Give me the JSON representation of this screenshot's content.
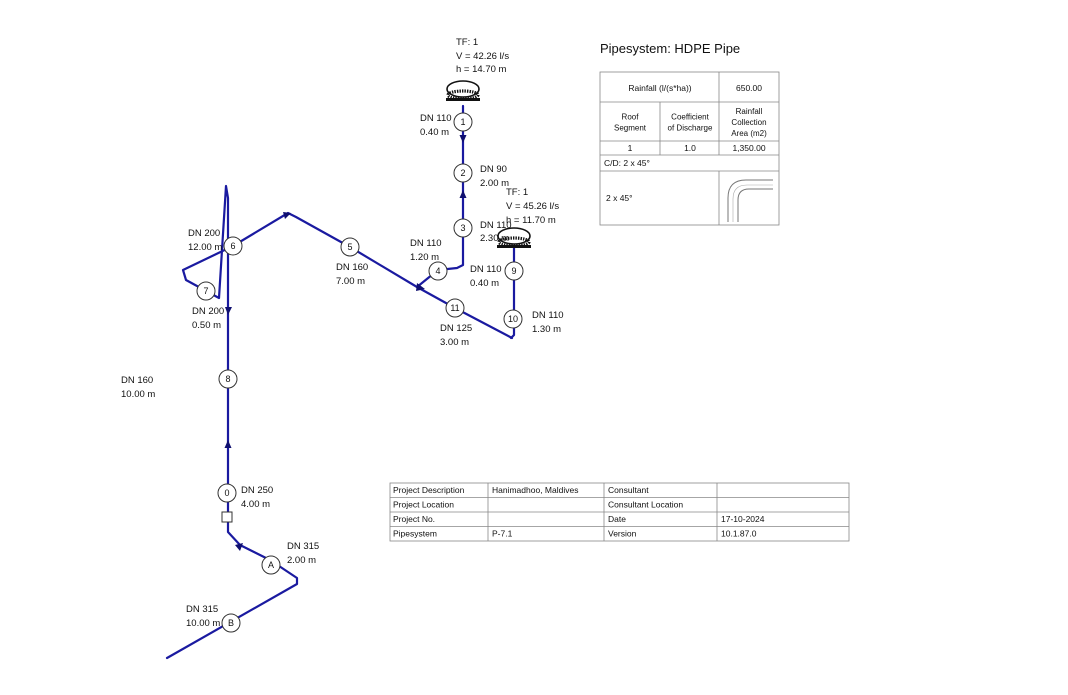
{
  "title": "Pipesystem: HDPE Pipe",
  "outlets": [
    {
      "id": "outlet-1",
      "tf": "TF: 1",
      "v": "V = 42.26 l/s",
      "h": "h = 14.70 m"
    },
    {
      "id": "outlet-9",
      "tf": "TF: 1",
      "v": "V = 45.26 l/s",
      "h": "h = 11.70 m"
    }
  ],
  "nodes": [
    "1",
    "2",
    "3",
    "4",
    "5",
    "6",
    "7",
    "8",
    "9",
    "10",
    "11",
    "0",
    "A",
    "B"
  ],
  "segment_labels": [
    {
      "node": "1",
      "dn": "DN 110",
      "len": "0.40 m"
    },
    {
      "node": "2",
      "dn": "DN 90",
      "len": "2.00 m"
    },
    {
      "node": "3",
      "dn": "DN 110",
      "len": "2.30 m"
    },
    {
      "node": "4",
      "dn": "DN 110",
      "len": "1.20 m"
    },
    {
      "node": "5",
      "dn": "DN 160",
      "len": "7.00 m"
    },
    {
      "node": "6",
      "dn": "DN 200",
      "len": "12.00 m"
    },
    {
      "node": "7",
      "dn": "DN 200",
      "len": "0.50 m"
    },
    {
      "node": "8",
      "dn": "DN 160",
      "len": "10.00 m"
    },
    {
      "node": "9",
      "dn": "DN 110",
      "len": "0.40 m"
    },
    {
      "node": "10",
      "dn": "DN 110",
      "len": "1.30 m"
    },
    {
      "node": "11",
      "dn": "DN 125",
      "len": "3.00 m"
    },
    {
      "node": "0",
      "dn": "DN 250",
      "len": "4.00 m"
    },
    {
      "node": "A",
      "dn": "DN 315",
      "len": "2.00 m"
    },
    {
      "node": "B",
      "dn": "DN 315",
      "len": "10.00 m"
    }
  ],
  "rain_table": {
    "rainfall_label": "Rainfall (l/(s*ha))",
    "rainfall_value": "650.00",
    "headers": [
      "Roof Segment",
      "Coefficient of Discharge",
      "Rainfall Collection Area (m2)"
    ],
    "row": [
      "1",
      "1.0",
      "1,350.00"
    ],
    "cd_label": "C/D: 2 x 45°",
    "bend_label": "2 x 45°"
  },
  "project_table": {
    "rows": [
      [
        "Project Description",
        "Hanimadhoo, Maldives",
        "Consultant",
        ""
      ],
      [
        "Project Location",
        "",
        "Consultant Location",
        ""
      ],
      [
        "Project No.",
        "",
        "Date",
        "17-10-2024"
      ],
      [
        "Pipesystem",
        "P-7.1",
        "Version",
        "10.1.87.0"
      ]
    ]
  },
  "colors": {
    "pipe": "#1a1aa0",
    "arrow": "#0f0f70"
  }
}
